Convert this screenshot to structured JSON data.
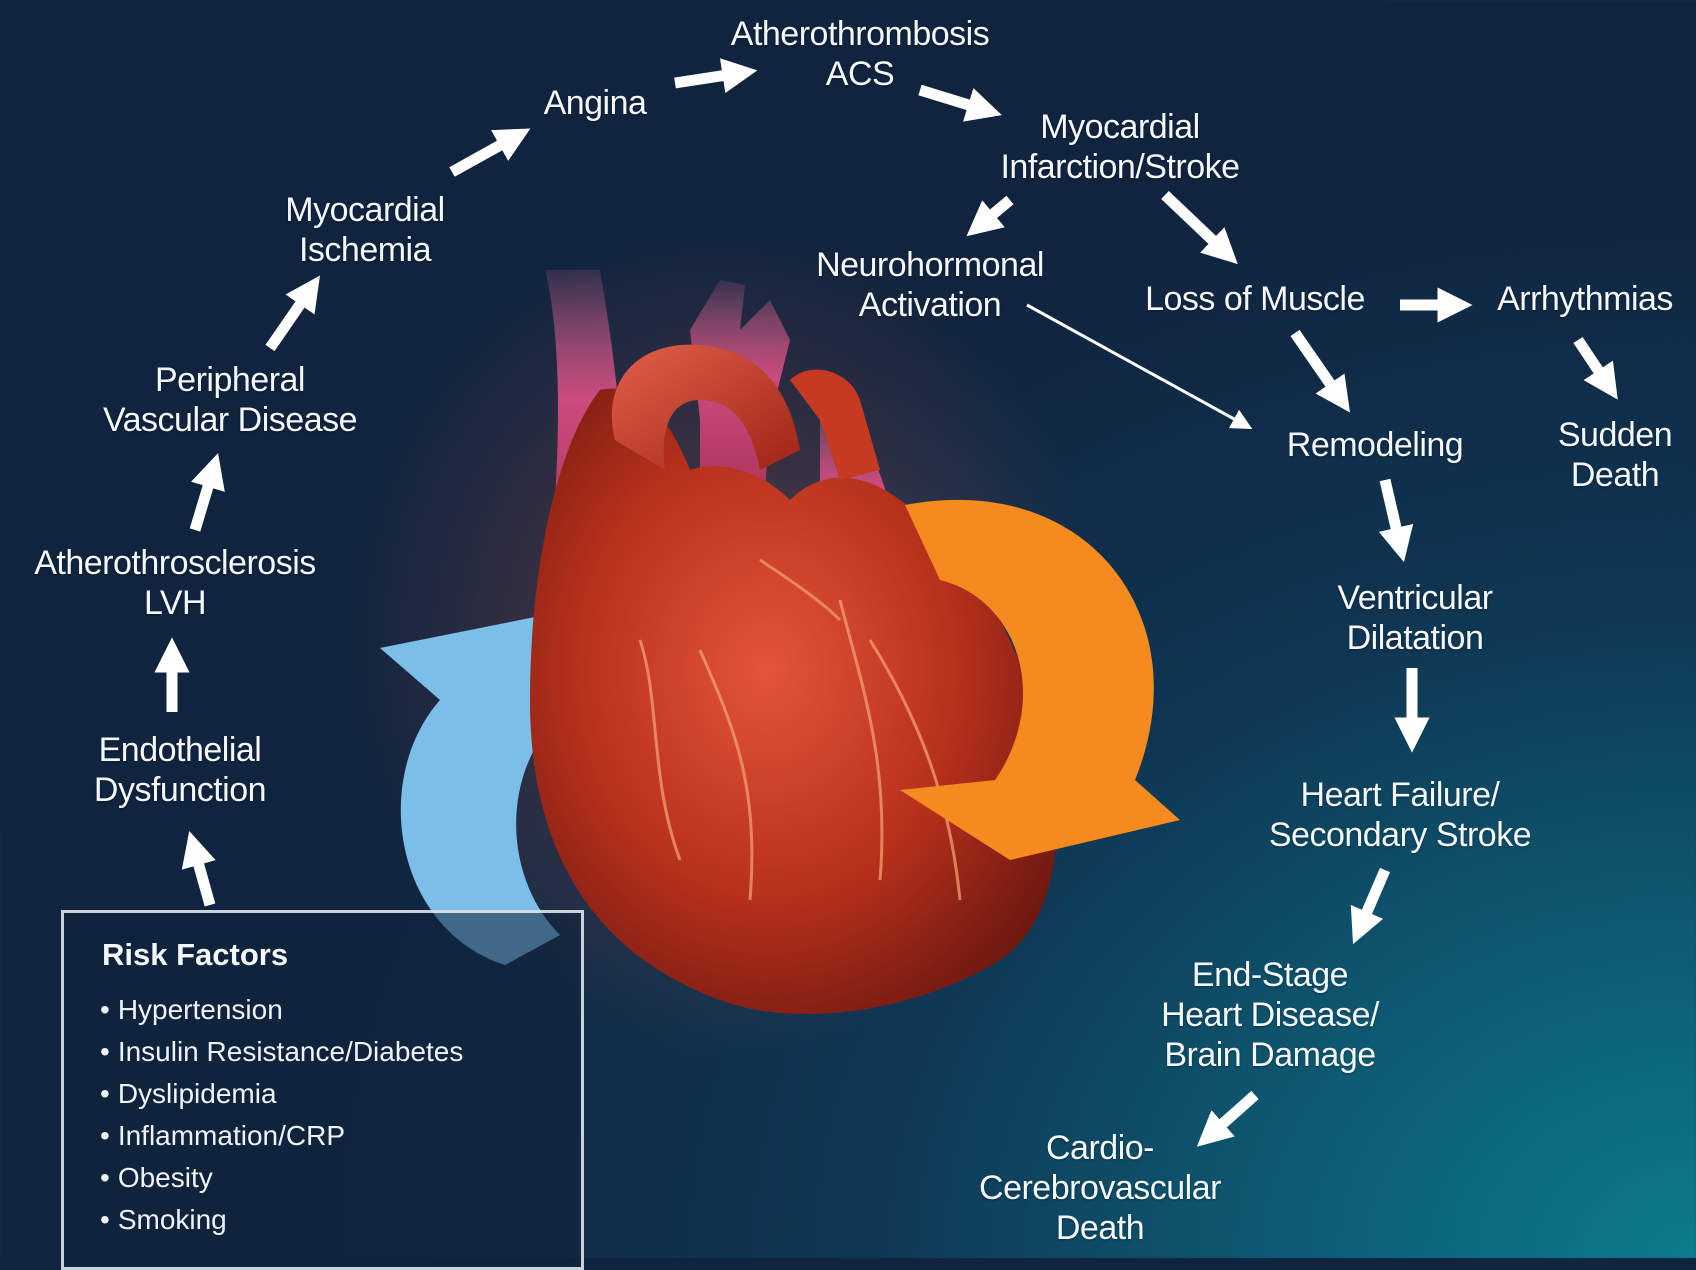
{
  "nodes": {
    "atherothrombosis": [
      "Atherothrombosis",
      "ACS"
    ],
    "angina": [
      "Angina"
    ],
    "myocardial_infarction": [
      "Myocardial",
      "Infarction/Stroke"
    ],
    "myocardial_ischemia": [
      "Myocardial",
      "Ischemia"
    ],
    "neurohormonal": [
      "Neurohormonal",
      "Activation"
    ],
    "loss_of_muscle": [
      "Loss of Muscle"
    ],
    "arrhythmias": [
      "Arrhythmias"
    ],
    "peripheral": [
      "Peripheral",
      "Vascular Disease"
    ],
    "remodeling": [
      "Remodeling"
    ],
    "sudden_death": [
      "Sudden",
      "Death"
    ],
    "atherosclerosis": [
      "Atherothrosclerosis",
      "LVH"
    ],
    "ventricular": [
      "Ventricular",
      "Dilatation"
    ],
    "endothelial": [
      "Endothelial",
      "Dysfunction"
    ],
    "heart_failure": [
      "Heart Failure/",
      "Secondary Stroke"
    ],
    "end_stage": [
      "End-Stage",
      "Heart Disease/",
      "Brain Damage"
    ],
    "death": [
      "Cardio-",
      "Cerebrovascular",
      "Death"
    ]
  },
  "risk_factors": {
    "title": "Risk Factors",
    "items": [
      "Hypertension",
      "Insulin Resistance/Diabetes",
      "Dyslipidemia",
      "Inflammation/CRP",
      "Obesity",
      "Smoking"
    ]
  },
  "colors": {
    "background_dark": "#10243f",
    "background_teal": "#0c7d8a",
    "text": "#f4f7fb",
    "blue_arrow": "#7bbfe8",
    "orange_arrow": "#f58a1f",
    "heart_red": "#c8301c",
    "vessel_pink": "#c9467a"
  },
  "icons": {
    "heart": "heart-illustration-icon",
    "cycle_up": "blue-curved-arrow-icon",
    "cycle_down": "orange-curved-arrow-icon"
  }
}
